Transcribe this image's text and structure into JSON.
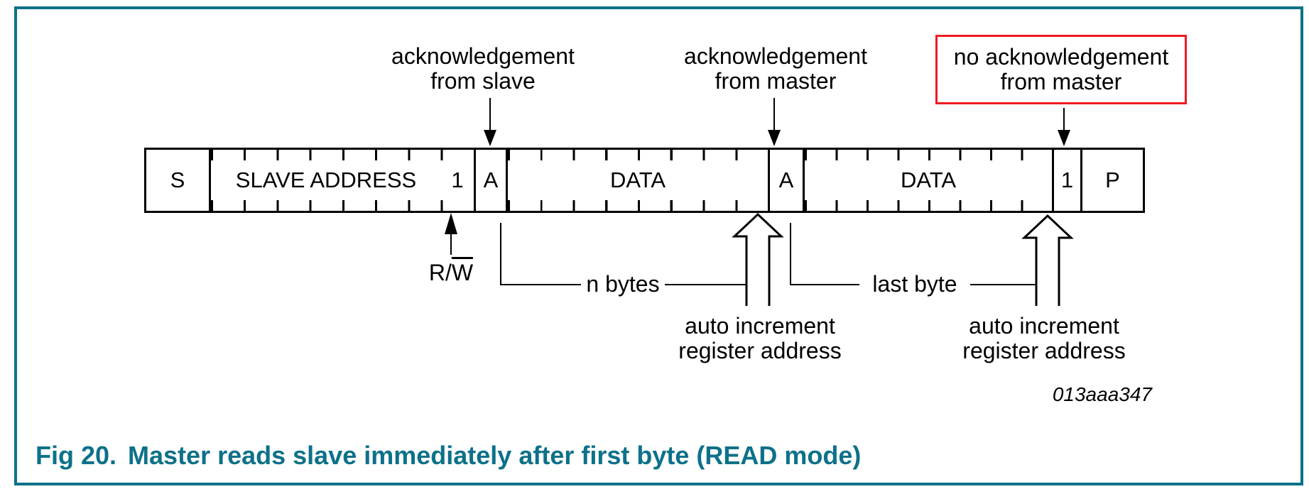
{
  "theme": {
    "accent_teal": "#0d7189",
    "highlight_red": "#ee1b22",
    "line_black": "#000000",
    "background": "#ffffff"
  },
  "caption": {
    "label": "Fig 20.",
    "text": "Master reads slave immediately after first byte (READ mode)"
  },
  "artwork_id": "013aaa347",
  "annotations": {
    "ack_from_slave": "acknowledgement\nfrom slave",
    "ack_from_master": "acknowledgement\nfrom master",
    "no_ack_from_master": "no acknowledgement\nfrom master",
    "rw": {
      "prefix": "R/",
      "negated": "W"
    },
    "n_bytes": "n bytes",
    "last_byte": "last byte",
    "auto_increment": "auto increment\nregister address"
  },
  "stream": {
    "cells": [
      {
        "label": "S"
      },
      {
        "label": "SLAVE ADDRESS",
        "rw_bit": "1"
      },
      {
        "label": "A"
      },
      {
        "label": "DATA"
      },
      {
        "label": "A"
      },
      {
        "label": "DATA"
      },
      {
        "label": "1"
      },
      {
        "label": "P"
      }
    ]
  }
}
